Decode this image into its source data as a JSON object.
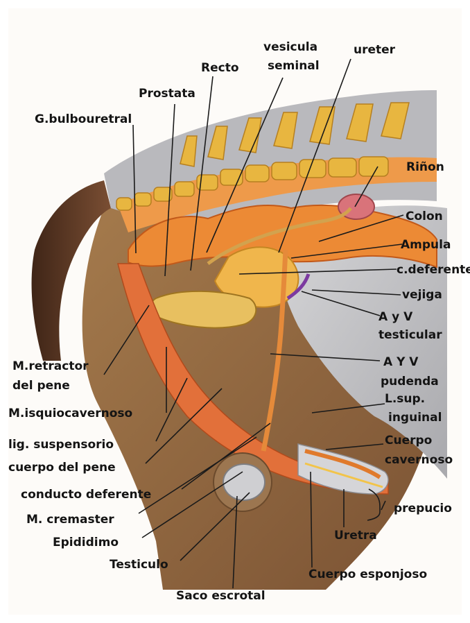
{
  "labels": {
    "vesicula": "vesicula",
    "seminal": "seminal",
    "ureter": "ureter",
    "recto": "Recto",
    "prostata": "Prostata",
    "bulbouretral": "G.bulbouretral",
    "rinon": "Riñon",
    "colon": "Colon",
    "ampula": "Ampula",
    "cdeferente": "c.deferente",
    "vejiga": "vejiga",
    "ayv1": "A y V",
    "testicular": "testicular",
    "ayv2": "A Y V",
    "pudenda": "pudenda",
    "lsup": "L.sup.",
    "inguinal": "inguinal",
    "cuerpo1": "Cuerpo",
    "cavernoso": "cavernoso",
    "prepucio": "prepucio",
    "uretra": "Uretra",
    "esponjoso": "Cuerpo esponjoso",
    "escrotal": "Saco escrotal",
    "testiculo": "Testiculo",
    "epididimo": "Epididimo",
    "cremaster": "M. cremaster",
    "conducto": "conducto deferente",
    "cuerpopene": "cuerpo del pene",
    "ligsusp": "lig. suspensorio",
    "isquio": "M.isquiocavernoso",
    "retractor": "M.retractor",
    "delpene": "del pene"
  },
  "colors": {
    "bone": "#e8b640",
    "muscle": "#e07a2c",
    "tail": "#5e3a26",
    "skin": "#b88a5a",
    "peritoneum": "#c9c9cc",
    "leader": "#1a1a1a"
  }
}
